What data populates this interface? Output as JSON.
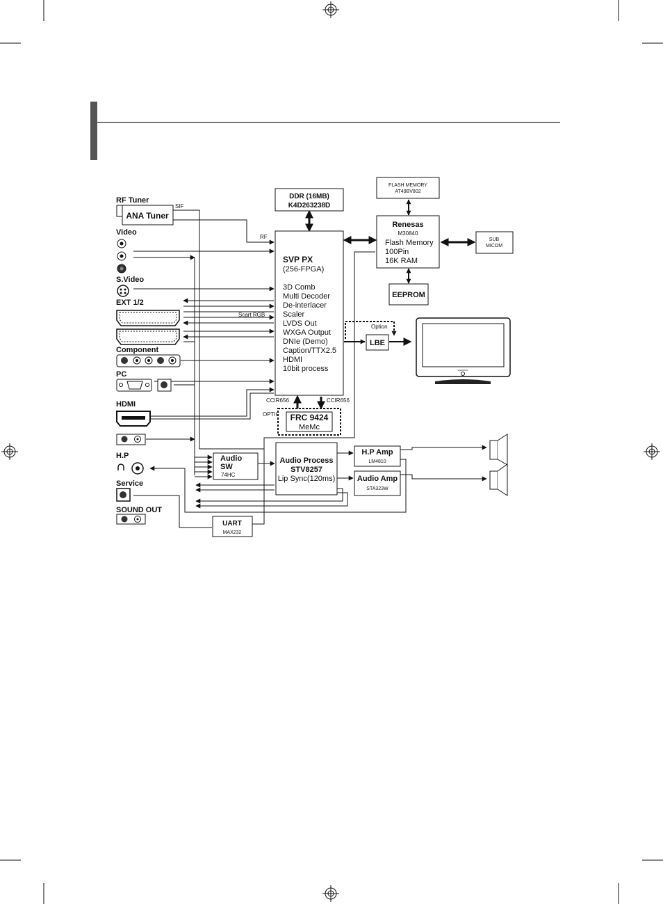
{
  "rf_tuner": {
    "label": "RF Tuner",
    "ana_tuner": "ANA Tuner",
    "sif": "SIF",
    "rf": "RF"
  },
  "inputs": {
    "video": "Video",
    "svideo": "S.Video",
    "ext": "EXT 1/2",
    "component": "Component",
    "pc": "PC",
    "hdmi": "HDMI",
    "hp": "H.P",
    "service": "Service",
    "sound_out": "SOUND OUT",
    "scart_rgb": "Scart RGB"
  },
  "ddr": {
    "line1": "DDR (16MB)",
    "line2": "K4D263238D"
  },
  "svp": {
    "title": "SVP PX",
    "subtitle": "(256-FPGA)",
    "features": [
      "3D Comb",
      "Multi Decoder",
      "De-interlacer",
      "Scaler",
      "LVDS Out",
      "WXGA Output",
      "DNIe (Demo)",
      "Caption/TTX2.5",
      "HDMI",
      "10bit process"
    ]
  },
  "flash": {
    "line1": "FLASH MEMORY",
    "line2": "AT49BV802"
  },
  "renesas": {
    "title": "Renesas",
    "part": "M30840",
    "lines": [
      "Flash Memory",
      "100Pin",
      "16K RAM"
    ]
  },
  "sub_micom": {
    "line1": "SUB",
    "line2": "MICOM"
  },
  "eeprom": "EEPROM",
  "lbe": {
    "label": "LBE",
    "option": "Option"
  },
  "frc": {
    "option": "OPTION",
    "line1": "FRC 9424",
    "line2": "MeMc",
    "ccir_left": "CCIR656",
    "ccir_right": "CCIR656"
  },
  "audio_sw": {
    "line1": "Audio",
    "line2": "SW",
    "part": "74HC"
  },
  "audio_proc": {
    "line1": "Audio Process",
    "line2": "STV8257",
    "line3": "Lip Sync(120ms)"
  },
  "hp_amp": {
    "title": "H.P Amp",
    "part": "LM4810"
  },
  "audio_amp": {
    "title": "Audio Amp",
    "part": "STA323W"
  },
  "uart": {
    "title": "UART",
    "part": "MAX232"
  },
  "tv": {
    "brand": "SAMSUNG"
  }
}
